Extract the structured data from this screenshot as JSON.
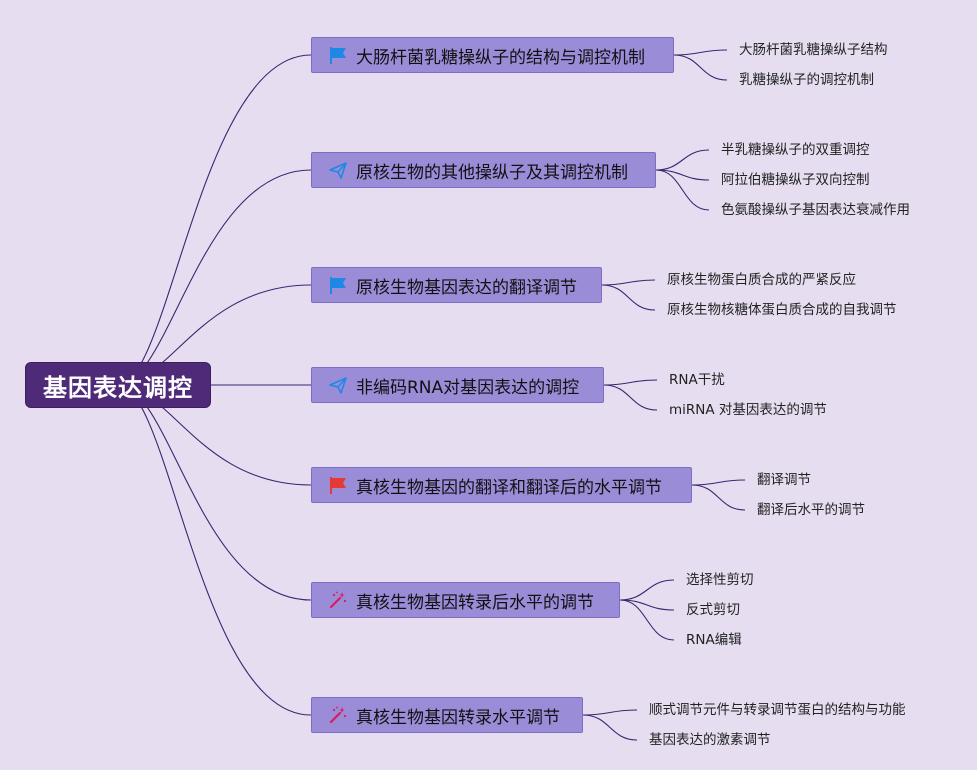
{
  "root": {
    "label": "基因表达调控"
  },
  "branches": [
    {
      "label": "大肠杆菌乳糖操纵子的结构与调控机制",
      "icon": "flag-blue-icon",
      "children": [
        "大肠杆菌乳糖操纵子结构",
        "乳糖操纵子的调控机制"
      ]
    },
    {
      "label": "原核生物的其他操纵子及其调控机制",
      "icon": "paper-plane-icon",
      "children": [
        "半乳糖操纵子的双重调控",
        "阿拉伯糖操纵子双向控制",
        "色氨酸操纵子基因表达衰减作用"
      ]
    },
    {
      "label": "原核生物基因表达的翻译调节",
      "icon": "flag-blue-icon",
      "children": [
        "原核生物蛋白质合成的严紧反应",
        "原核生物核糖体蛋白质合成的自我调节"
      ]
    },
    {
      "label": "非编码RNA对基因表达的调控",
      "icon": "paper-plane-icon",
      "children": [
        "RNA干扰",
        "miRNA 对基因表达的调节"
      ]
    },
    {
      "label": "真核生物基因的翻译和翻译后的水平调节",
      "icon": "flag-red-icon",
      "children": [
        "翻译调节",
        "翻译后水平的调节"
      ]
    },
    {
      "label": "真核生物基因转录后水平的调节",
      "icon": "magic-wand-icon",
      "children": [
        "选择性剪切",
        "反式剪切",
        "RNA编辑"
      ]
    },
    {
      "label": "真核生物基因转录水平调节",
      "icon": "magic-wand-icon",
      "children": [
        "顺式调节元件与转录调节蛋白的结构与功能",
        "基因表达的激素调节"
      ]
    }
  ],
  "colors": {
    "background": "#e6def0",
    "root": "#4e2a78",
    "branch": "#9b8cd8",
    "line": "#3d2470",
    "flag_blue": "#1e88e5",
    "flag_red": "#e53935",
    "plane": "#1e88e5",
    "wand": "#d81b60"
  }
}
